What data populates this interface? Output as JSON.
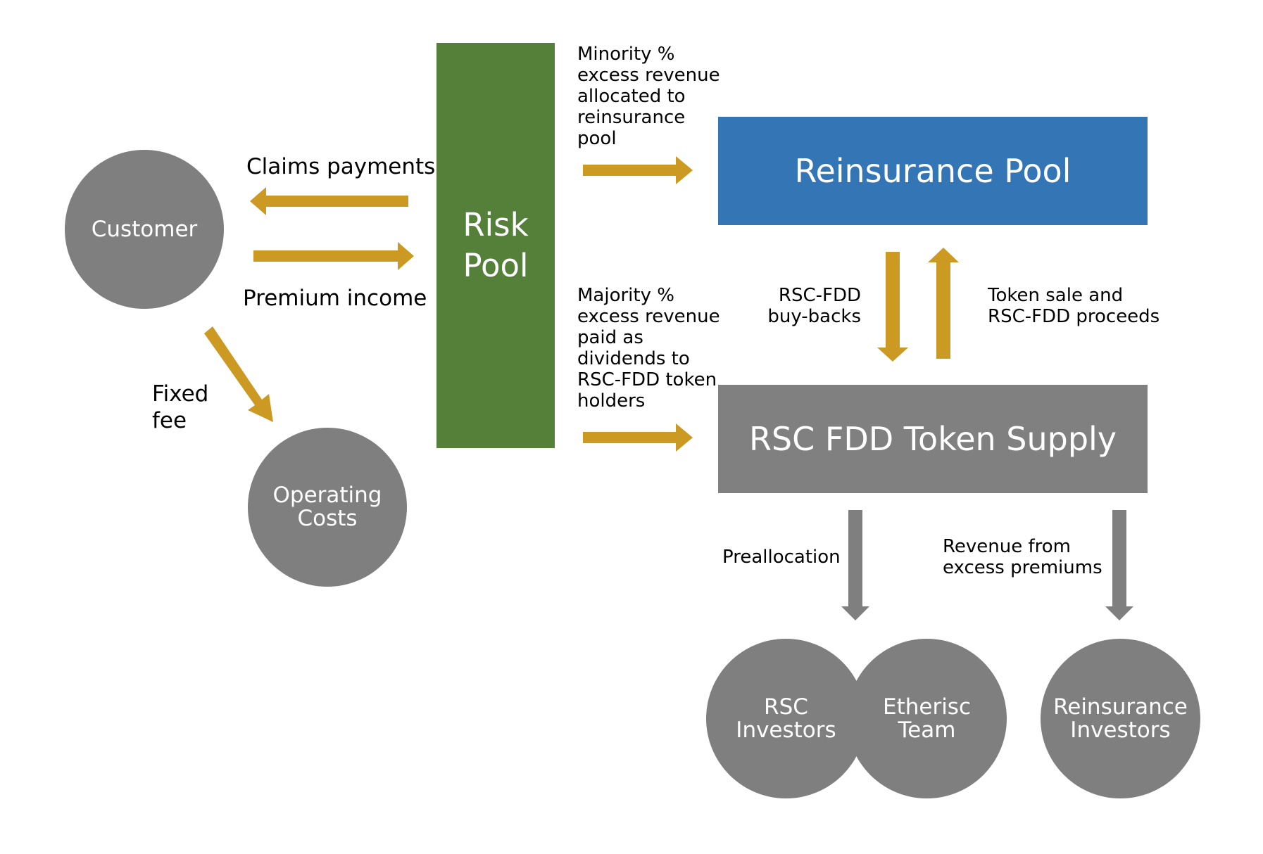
{
  "colors": {
    "arrow_gold": "#cc9a22",
    "arrow_gray": "#7f7f7f",
    "risk_pool_green": "#54803a",
    "reinsurance_blue": "#3375b5",
    "token_gray": "#808080",
    "circle_gray": "#7f7f7f"
  },
  "nodes": {
    "customer": "Customer",
    "operating_costs": "Operating\nCosts",
    "risk_pool": "Risk\nPool",
    "reinsurance_pool": "Reinsurance Pool",
    "token_supply": "RSC FDD Token Supply",
    "rsc_investors": "RSC\nInvestors",
    "etherisc_team": "Etherisc\nTeam",
    "reinsurance_investors": "Reinsurance\nInvestors"
  },
  "labels": {
    "claims_payments": "Claims payments",
    "premium_income": "Premium income",
    "fixed_fee": "Fixed\nfee",
    "minority": "Minority %\nexcess revenue\nallocated to\nreinsurance\npool",
    "majority": "Majority %\nexcess revenue\npaid as\ndividends to\nRSC-FDD token\nholders",
    "buy_backs": "RSC-FDD\nbuy-backs",
    "token_sale": "Token sale and\nRSC-FDD proceeds",
    "preallocation": "Preallocation",
    "revenue_excess": "Revenue from\nexcess premiums"
  }
}
